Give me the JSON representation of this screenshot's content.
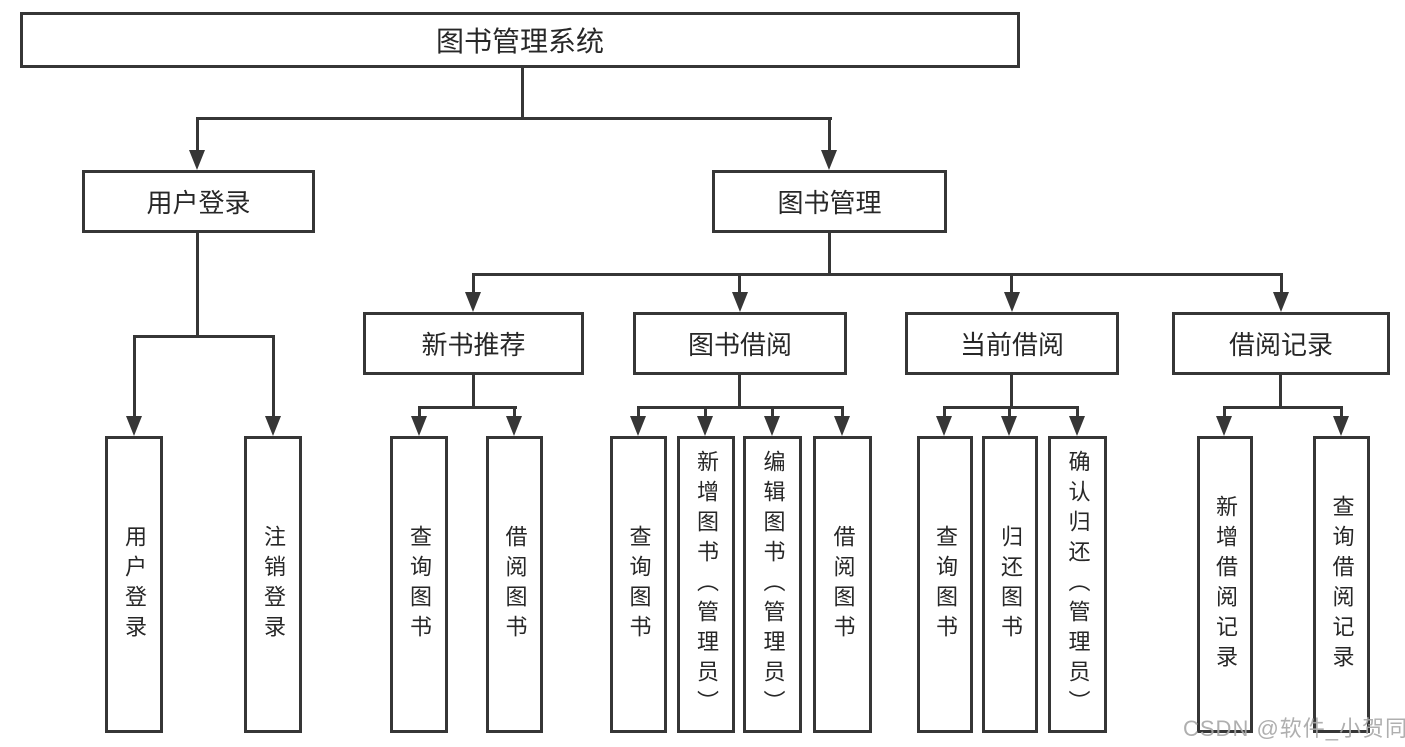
{
  "tree": {
    "root": {
      "label": "图书管理系统",
      "children": [
        {
          "label": "用户登录",
          "children": [
            {
              "label": "用户登录"
            },
            {
              "label": "注销登录"
            }
          ]
        },
        {
          "label": "图书管理",
          "children": [
            {
              "label": "新书推荐",
              "children": [
                {
                  "label": "查询图书"
                },
                {
                  "label": "借阅图书"
                }
              ]
            },
            {
              "label": "图书借阅",
              "children": [
                {
                  "label": "查询图书"
                },
                {
                  "label": "新增图书（管理员）"
                },
                {
                  "label": "编辑图书（管理员）"
                },
                {
                  "label": "借阅图书"
                }
              ]
            },
            {
              "label": "当前借阅",
              "children": [
                {
                  "label": "查询图书"
                },
                {
                  "label": "归还图书"
                },
                {
                  "label": "确认归还（管理员）"
                }
              ]
            },
            {
              "label": "借阅记录",
              "children": [
                {
                  "label": "新增借阅记录"
                },
                {
                  "label": "查询借阅记录"
                }
              ]
            }
          ]
        }
      ]
    }
  },
  "watermark": "CSDN @软件_小贺同学",
  "colors": {
    "line": "#363636",
    "text": "#272727",
    "background": "#ffffff",
    "watermark": "#a9a9a9"
  }
}
